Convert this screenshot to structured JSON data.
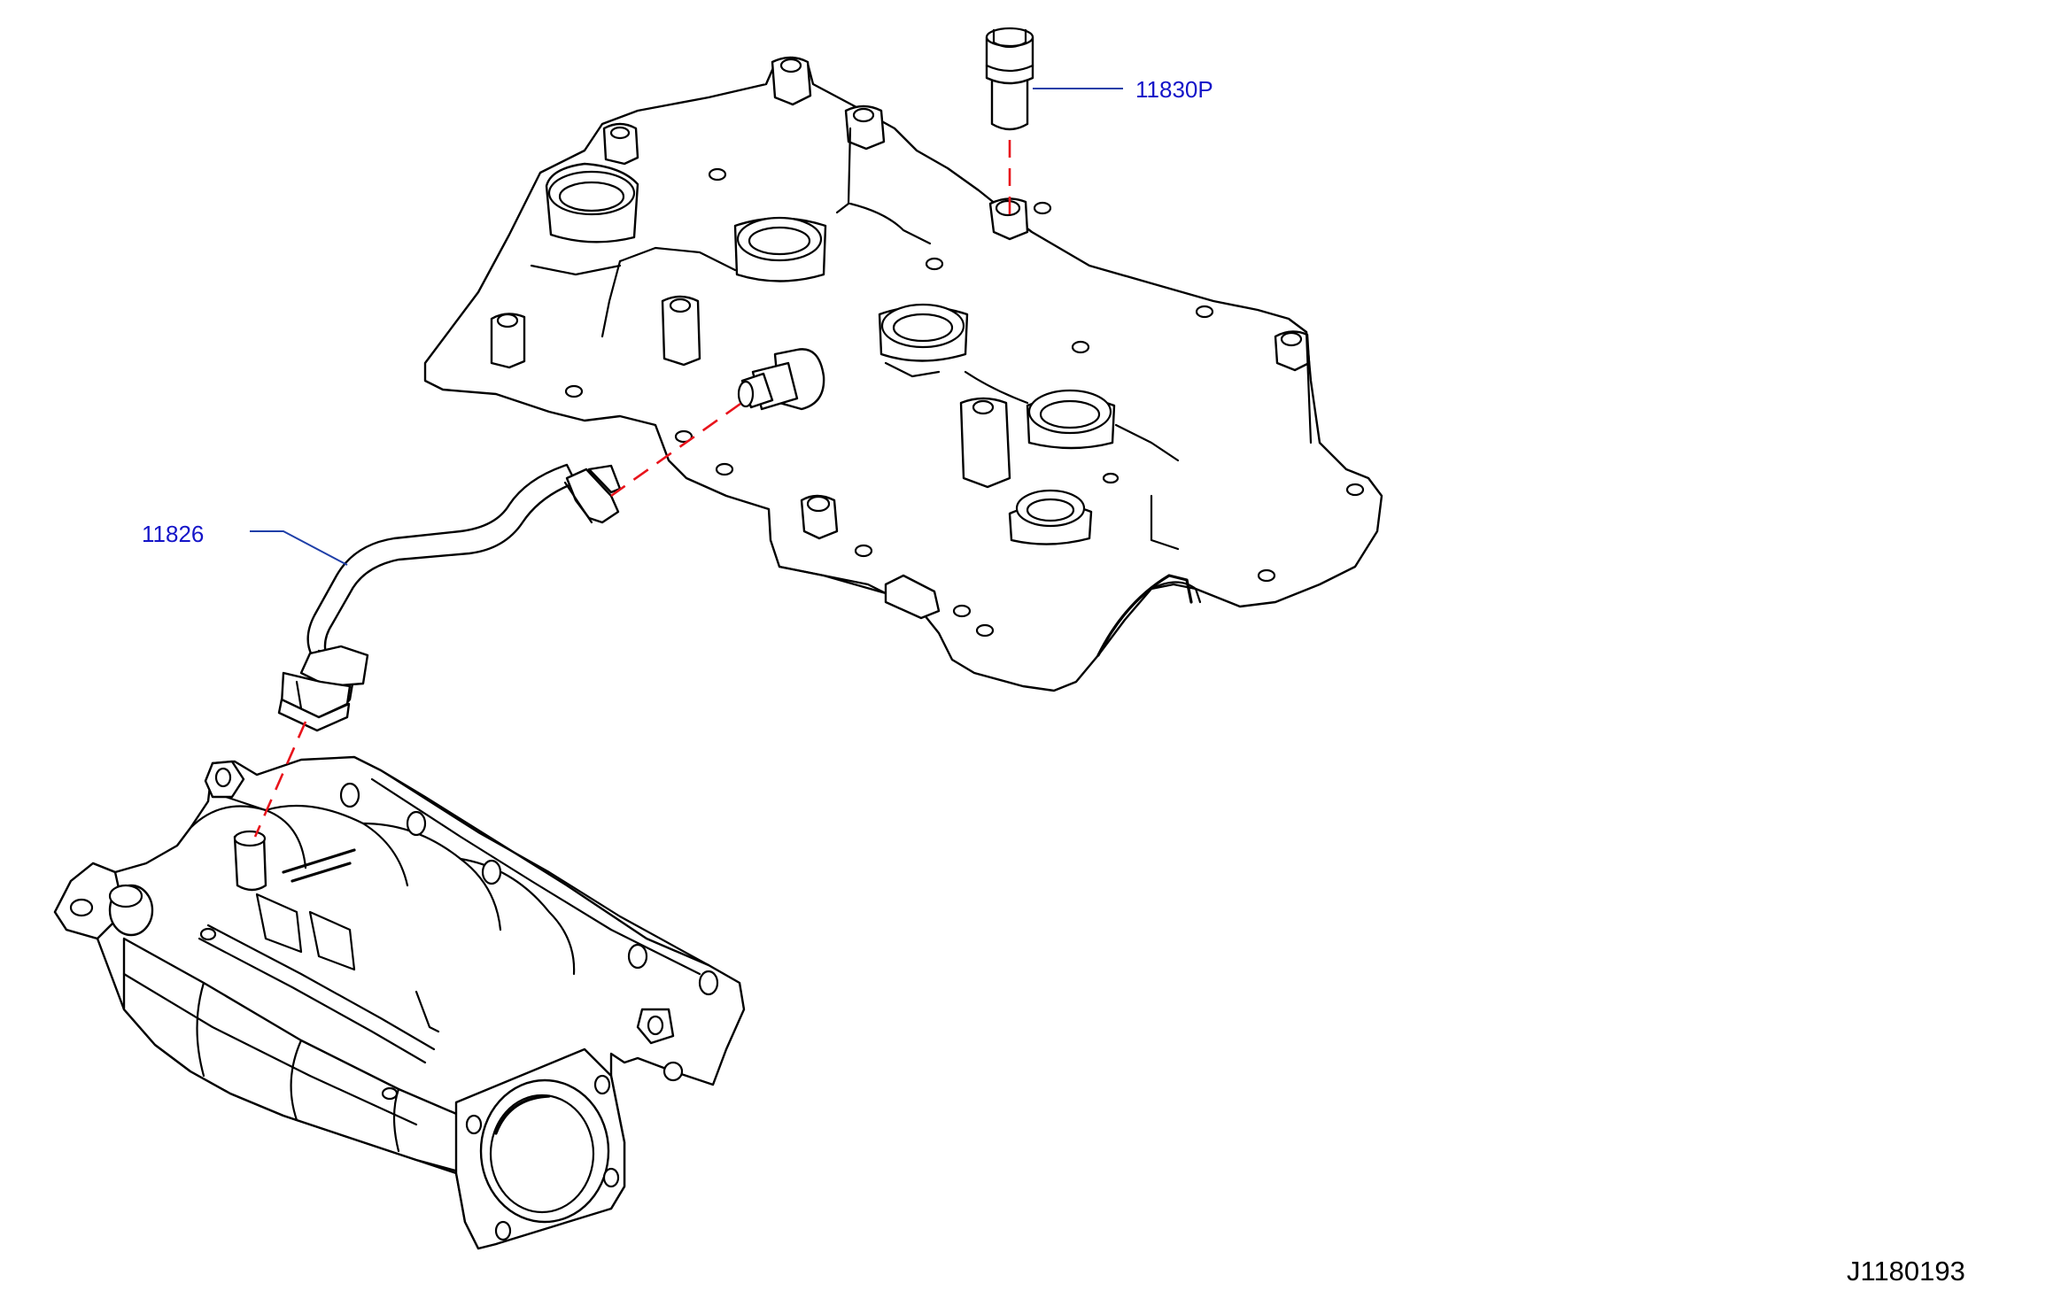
{
  "callouts": [
    {
      "id": "pcv-valve",
      "part_number": "11830P"
    },
    {
      "id": "blow-by-hose",
      "part_number": "11826"
    }
  ],
  "reference_code": "J1180193",
  "colors": {
    "callout_text": "#1414c8",
    "leader_line": "#1f3fa8",
    "connection_dash": "#e8141c",
    "line_art": "#000000",
    "background": "#ffffff"
  }
}
